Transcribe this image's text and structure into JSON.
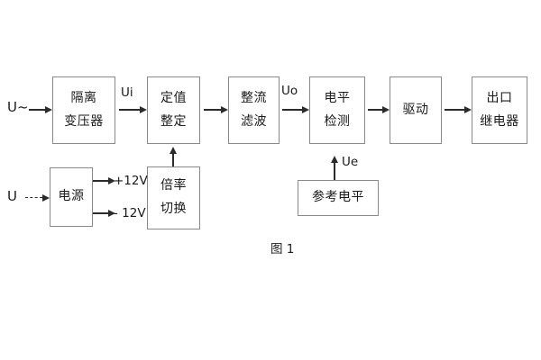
{
  "figure": {
    "caption": "图 1",
    "colors": {
      "box_border": "#8a8a8a",
      "arrow": "#2b2b2b",
      "text": "#1a1a1a",
      "background": "#ffffff"
    }
  },
  "blocks": [
    {
      "id": "isolation-transformer",
      "lines": [
        "隔离",
        "变压器"
      ]
    },
    {
      "id": "setting-value",
      "lines": [
        "定值",
        "整定"
      ]
    },
    {
      "id": "rectify-filter",
      "lines": [
        "整流",
        "滤波"
      ]
    },
    {
      "id": "level-detect",
      "lines": [
        "电平",
        "检测"
      ]
    },
    {
      "id": "drive",
      "lines": [
        "驱动"
      ]
    },
    {
      "id": "output-relay",
      "lines": [
        "出口",
        "继电器"
      ]
    },
    {
      "id": "power-supply",
      "lines": [
        "电源"
      ]
    },
    {
      "id": "multiplier-switch",
      "lines": [
        "倍率",
        "切换"
      ]
    },
    {
      "id": "reference-level",
      "lines": [
        "参考电平"
      ]
    }
  ],
  "signals": {
    "ac_input": "U~",
    "dc_input": "U",
    "ui": "Ui",
    "uo": "Uo",
    "ue": "Ue",
    "supply_positive": "+12V",
    "supply_negative": "- 12V"
  }
}
